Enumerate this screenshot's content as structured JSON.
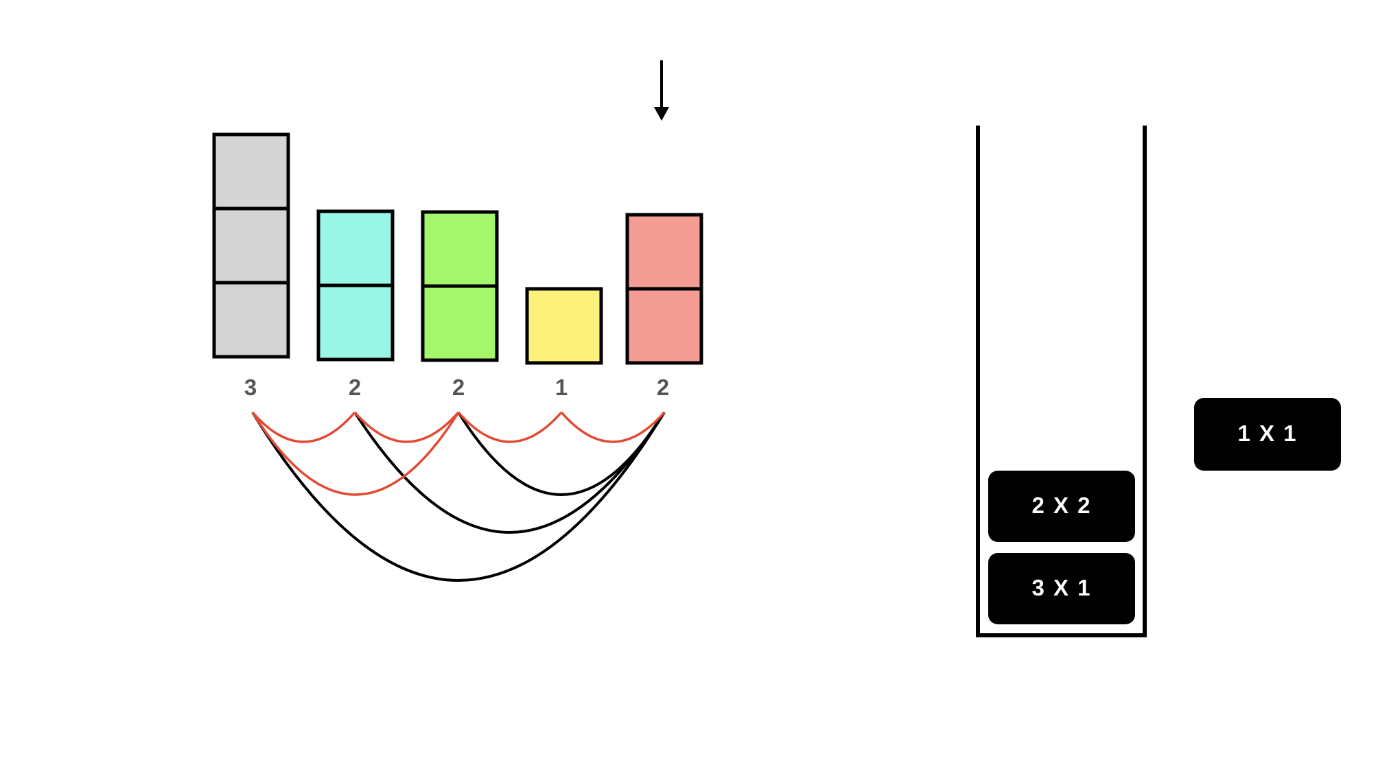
{
  "histogram": {
    "bars": [
      {
        "height": 3,
        "label": "3",
        "color": "#d4d4d4"
      },
      {
        "height": 2,
        "label": "2",
        "color": "#9af7e8"
      },
      {
        "height": 2,
        "label": "2",
        "color": "#a4f76a"
      },
      {
        "height": 1,
        "label": "1",
        "color": "#fbf17b"
      },
      {
        "height": 2,
        "label": "2",
        "color": "#f29c93"
      }
    ],
    "current_index": 4
  },
  "arcs": {
    "red": [
      [
        0,
        1
      ],
      [
        1,
        2
      ],
      [
        2,
        3
      ],
      [
        3,
        4
      ],
      [
        0,
        2
      ]
    ],
    "black": [
      [
        1,
        4
      ],
      [
        0,
        4
      ],
      [
        2,
        4
      ]
    ],
    "colors": {
      "red": "#e24a33",
      "black": "#000000"
    }
  },
  "stack": {
    "items": [
      {
        "label": "3 X 1"
      },
      {
        "label": "2 X 2"
      }
    ]
  },
  "incoming": {
    "label": "1 X 1"
  }
}
